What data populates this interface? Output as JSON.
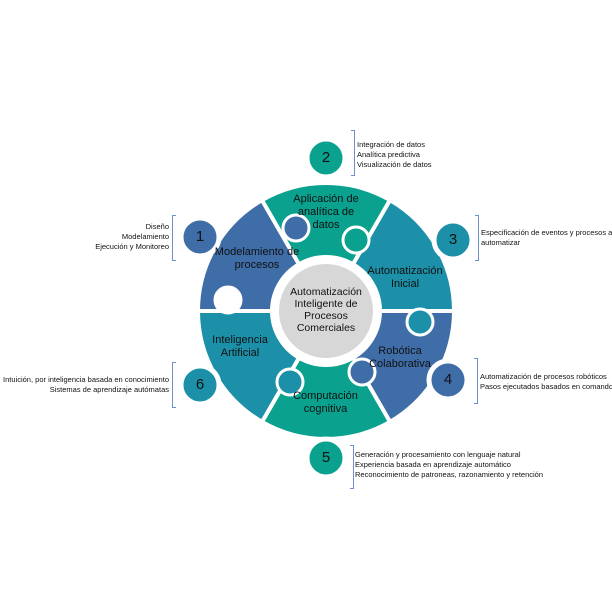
{
  "center_title": "Automatización Inteligente de Procesos Comerciales",
  "colors": {
    "teal": "#0ba18f",
    "cyan": "#1c90a8",
    "blue": "#3f6da8",
    "center": "#d7d7d7"
  },
  "segments": [
    {
      "number": "1",
      "label": "Modelamiento de procesos",
      "notes": [
        "Diseño",
        "Modelamiento",
        "Ejecución y Monitoreo"
      ]
    },
    {
      "number": "2",
      "label": "Aplicación de analítica de datos",
      "notes": [
        "Integración de datos",
        "Analítica predictiva",
        "Visualización de datos"
      ]
    },
    {
      "number": "3",
      "label": "Automatización Inicial",
      "notes": [
        "Especificación de eventos y procesos a",
        "automatizar"
      ]
    },
    {
      "number": "4",
      "label": "Robótica Colaborativa",
      "notes": [
        "Automatización de procesos robóticos",
        "Pasos ejecutados basados en comandos"
      ]
    },
    {
      "number": "5",
      "label": "Computación cognitiva",
      "notes": [
        "Generación y procesamiento con lenguaje natural",
        "Experiencia basada en aprendizaje automático",
        "Reconocimiento de patroneas, razonamiento y retención"
      ]
    },
    {
      "number": "6",
      "label": "Inteligencia Artificial",
      "notes": [
        "Intuición, por inteligencia basada en conocimiento",
        "Sistemas de aprendizaje autómatas"
      ]
    }
  ]
}
